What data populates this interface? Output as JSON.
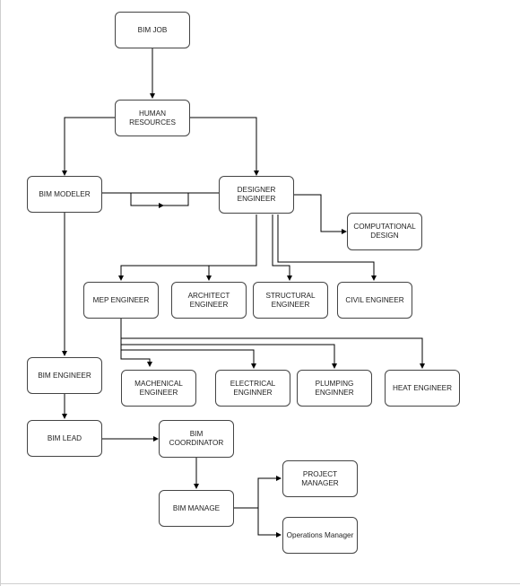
{
  "diagram": {
    "nodes": {
      "bim_job": "BIM JOB",
      "human_resources": "HUMAN\nRESOURCES",
      "bim_modeler": "BIM MODELER",
      "designer_engineer": "DESIGNER\nENGINEER",
      "computational_design": "COMPUTATIONAL\nDESIGN",
      "mep_engineer": "MEP ENGINEER",
      "architect_engineer": "ARCHITECT\nENGINEER",
      "structural_engineer": "STRUCTURAL\nENGINEER",
      "civil_engineer": "CIVIL ENGINEER",
      "bim_engineer": "BIM ENGINEER",
      "machenical_engineer": "MACHENICAL\nENGINEER",
      "electrical_enginner": "ELECTRICAL\nENGINNER",
      "plumping_enginner": "PLUMPING\nENGINNER",
      "heat_engineer": "HEAT ENGINEER",
      "bim_lead": "BIM LEAD",
      "bim_coordinator": "BIM COORDINATOR",
      "bim_manage": "BIM MANAGE",
      "project_manager": "PROJECT\nMANAGER",
      "operations_manager": "Operations Manager"
    },
    "colors": {
      "line": "#000000",
      "border": "#444444",
      "background": "#ffffff"
    }
  }
}
